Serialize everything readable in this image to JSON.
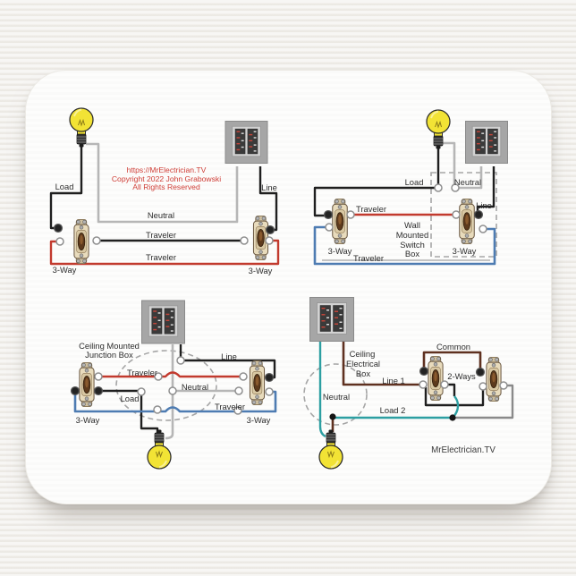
{
  "watermark": {
    "line1": "https://MrElectrician.TV",
    "line2": "Copyright 2022 John Grabowski",
    "line3": "All Rights Reserved"
  },
  "brand": "MrElectrician.TV",
  "top_left": {
    "load": "Load",
    "line": "Line",
    "neutral": "Neutral",
    "traveler_top": "Traveler",
    "traveler_bottom": "Traveler",
    "switch_left": "3-Way",
    "switch_right": "3-Way"
  },
  "top_right": {
    "load": "Load",
    "neutral": "Neutral",
    "traveler_top": "Traveler",
    "line": "Line",
    "traveler_bottom": "Traveler",
    "switch_left": "3-Way",
    "switch_right": "3-Way",
    "box_label": [
      "Wall",
      "Mounted",
      "Switch",
      "Box"
    ]
  },
  "bottom_left": {
    "box_label": [
      "Ceiling Mounted",
      "Junction Box"
    ],
    "line": "Line",
    "traveler_top": "Traveler",
    "neutral": "Neutral",
    "load": "Load",
    "traveler_bottom": "Traveler",
    "switch_left": "3-Way",
    "switch_right": "3-Way"
  },
  "bottom_right": {
    "box_label": [
      "Ceiling",
      "Electrical",
      "Box"
    ],
    "common": "Common",
    "switch_pair": "2-Ways",
    "line1": "Line 1",
    "neutral": "Neutral",
    "load2": "Load 2"
  },
  "colors": {
    "wire_black": "#1f1f1f",
    "wire_red": "#c23a2e",
    "wire_neutral_gray": "#b6b6b6",
    "wire_blue": "#4e7cb2",
    "wire_teal": "#2d9fa2",
    "wire_brown": "#5f3120",
    "watermark_red": "#cf3d36",
    "switch_body": "#e8dbbc",
    "panel_gray": "#a6a6a6",
    "pad_white": "#fdfdfc"
  }
}
